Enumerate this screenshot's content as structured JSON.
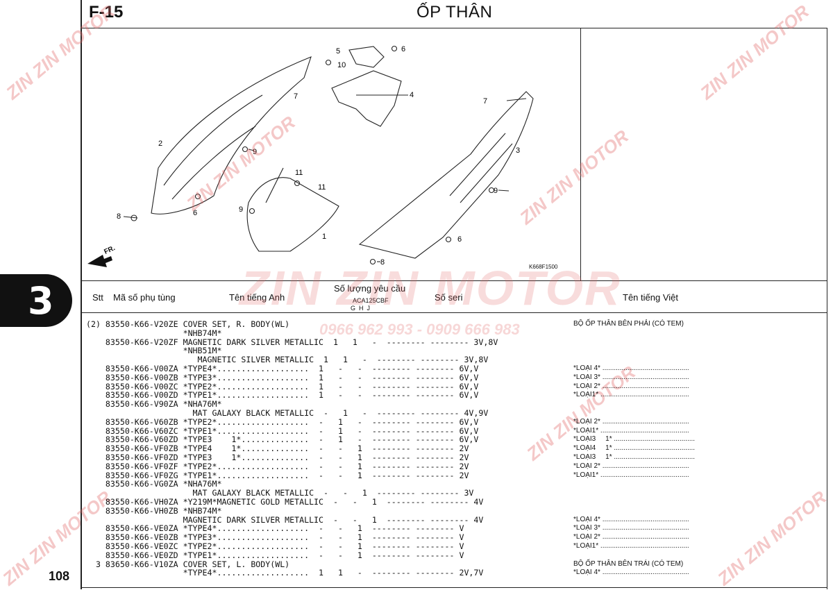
{
  "header": {
    "code": "F-15",
    "title": "ỐP THÂN"
  },
  "side_tab": {
    "number": "3"
  },
  "page_number": "108",
  "diagram": {
    "ref_code": "K668F1500",
    "fr_label": "FR.",
    "callouts": [
      "1",
      "2",
      "3",
      "4",
      "5",
      "6",
      "6",
      "6",
      "7",
      "7",
      "8",
      "8",
      "9",
      "9",
      "9",
      "10",
      "11",
      "11"
    ]
  },
  "watermarks": {
    "brand": "ZIN ZIN MOTOR",
    "phone": "0966 962 993 - 0909 666 983"
  },
  "table": {
    "headers": {
      "stt": "Stt",
      "part_no": "Mã số phụ tùng",
      "en_name": "Tên tiếng Anh",
      "qty": "Số lượng yêu cầu",
      "model": "ACA125CBF",
      "variants": "G  H  J",
      "serial": "Số seri",
      "vn_name": "Tên tiếng Việt"
    },
    "rows": [
      "(2) 83550-K66-V20ZE COVER SET, R. BODY(WL)",
      "                    *NHB74M*",
      "    83550-K66-V20ZF MAGNETIC DARK SILVER METALLIC  1   1   -  -------- -------- 3V,8V",
      "                    *NHB51M*",
      "                       MAGNETIC SILVER METALLIC  1   1   -  -------- -------- 3V,8V",
      "    83550-K66-V00ZA *TYPE4*...................  1   -   -  -------- -------- 6V,V",
      "    83550-K66-V00ZB *TYPE3*...................  1   -   -  -------- -------- 6V,V",
      "    83550-K66-V00ZC *TYPE2*...................  1   -   -  -------- -------- 6V,V",
      "    83550-K66-V00ZD *TYPE1*...................  1   -   -  -------- -------- 6V,V",
      "    83550-K66-V90ZA *NHA76M*",
      "                      MAT GALAXY BLACK METALLIC  -   1   -  -------- -------- 4V,9V",
      "    83550-K66-V60ZB *TYPE2*...................  -   1   -  -------- -------- 6V,V",
      "    83550-K66-V60ZC *TYPE1*...................  -   1   -  -------- -------- 6V,V",
      "    83550-K66-V60ZD *TYPE3    1*..............  -   1   -  -------- -------- 6V,V",
      "    83550-K66-VF0ZB *TYPE4    1*..............  -   -   1  -------- -------- 2V",
      "    83550-K66-VF0ZD *TYPE3    1*..............  -   -   1  -------- -------- 2V",
      "    83550-K66-VF0ZF *TYPE2*...................  -   -   1  -------- -------- 2V",
      "    83550-K66-VF0ZG *TYPE1*...................  -   -   1  -------- -------- 2V",
      "    83550-K66-VG0ZA *NHA76M*",
      "                      MAT GALAXY BLACK METALLIC  -   -   1  -------- -------- 3V",
      "    83550-K66-VH0ZA *Y219M*MAGNETIC GOLD METALLIC  -   -   1  -------- -------- 4V",
      "    83550-K66-VH0ZB *NHB74M*",
      "                    MAGNETIC DARK SILVER METALLIC  -   -   1  -------- -------- 4V",
      "    83550-K66-VE0ZA *TYPE4*...................  -   -   1  -------- -------- V",
      "    83550-K66-VE0ZB *TYPE3*...................  -   -   1  -------- -------- V",
      "    83550-K66-VE0ZC *TYPE2*...................  -   -   1  -------- -------- V",
      "    83550-K66-VE0ZD *TYPE1*...................  -   -   1  -------- -------- V",
      "  3 83650-K66-V10ZA COVER SET, L. BODY(WL)",
      "                    *TYPE4*...................  1   1   -  -------- -------- 2V,7V"
    ],
    "viet": [
      "BỘ ỐP THÂN BÊN PHẢI (CÓ TEM)",
      "",
      "",
      "",
      "",
      "*LOẠI 4* .............................................",
      "*LOẠI 3* .............................................",
      "*LOẠI 2* .............................................",
      "*LOẠI1* ..............................................",
      "",
      "",
      "*LOẠI 2* .............................................",
      "*LOẠI1* ..............................................",
      "*LOẠI3     1* ..........................................",
      "*LOẠI4     1* ..........................................",
      "*LOẠI3     1* ..........................................",
      "*LOẠI 2* .............................................",
      "*LOẠI1* ..............................................",
      "",
      "",
      "",
      "",
      "*LOẠI 4* .............................................",
      "*LOẠI 3* .............................................",
      "*LOẠI 2* .............................................",
      "*LOẠI1* ..............................................",
      "",
      "BỘ ỐP THÂN BÊN TRÁI (CÓ TEM)",
      "*LOẠI 4* ............................................."
    ]
  }
}
